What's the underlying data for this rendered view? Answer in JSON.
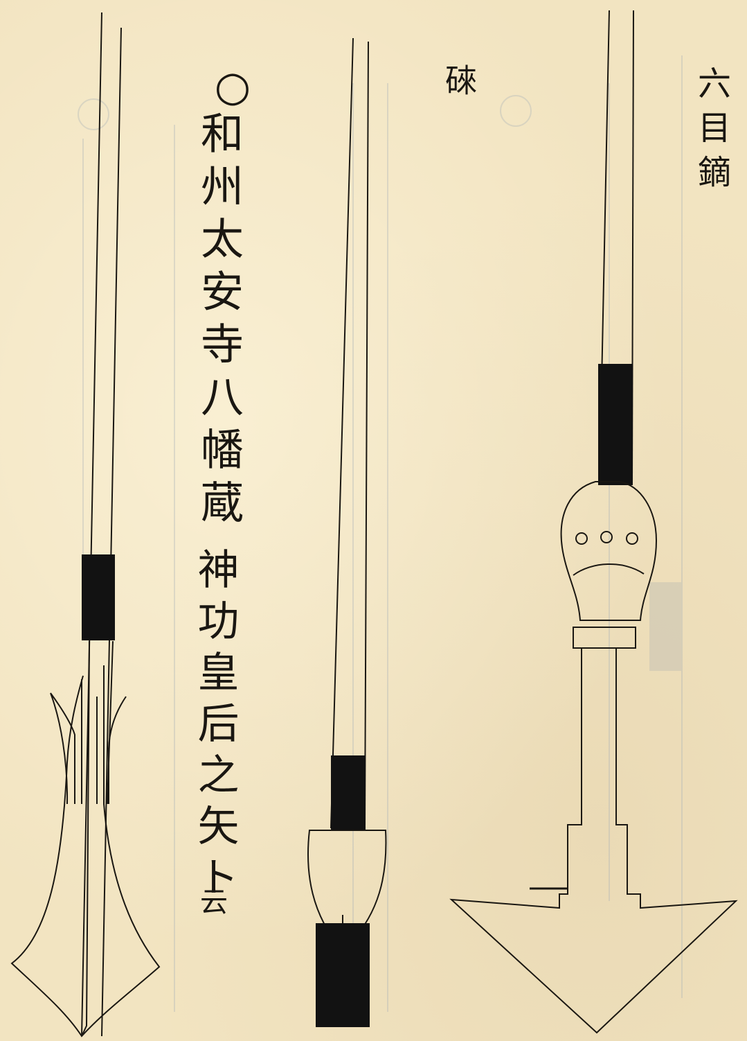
{
  "header": {
    "title": "六目鏑",
    "arrowhead_name": "䂾"
  },
  "inscription": {
    "marker": "○",
    "location": "和州太安寺八幡蔵",
    "attribution": "神功皇后之矢ト",
    "tail": "云"
  },
  "colors": {
    "paper": "#f2e4c1",
    "ink": "#1a1712",
    "show_through": "#9aa3ad"
  }
}
